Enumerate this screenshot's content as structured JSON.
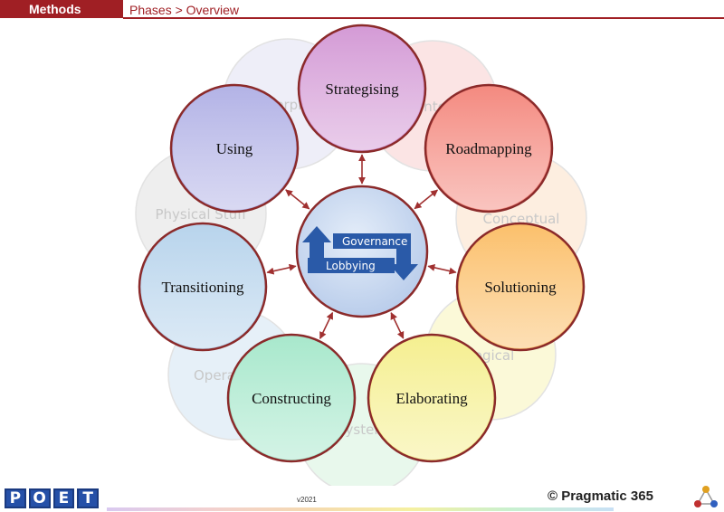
{
  "header": {
    "section": "Methods",
    "breadcrumb": "Phases > Overview"
  },
  "diagram": {
    "center": {
      "labels": [
        "Governance",
        "Lobbying"
      ]
    },
    "phases": [
      {
        "label": "Strategising",
        "color": "#d49bd6"
      },
      {
        "label": "Roadmapping",
        "color": "#f48a80"
      },
      {
        "label": "Solutioning",
        "color": "#fbc06c"
      },
      {
        "label": "Elaborating",
        "color": "#f5ef90"
      },
      {
        "label": "Constructing",
        "color": "#a8e8cc"
      },
      {
        "label": "Transitioning",
        "color": "#b8d4ec"
      },
      {
        "label": "Using",
        "color": "#b3b3e6"
      }
    ],
    "background_labels": [
      "Enterprise",
      "Context",
      "Conceptual",
      "Logical",
      "System",
      "Operational",
      "Physical Stuff"
    ]
  },
  "footer": {
    "logo_letters": [
      "P",
      "O",
      "E",
      "T"
    ],
    "version": "v2021",
    "copyright": "© Pragmatic 365"
  }
}
